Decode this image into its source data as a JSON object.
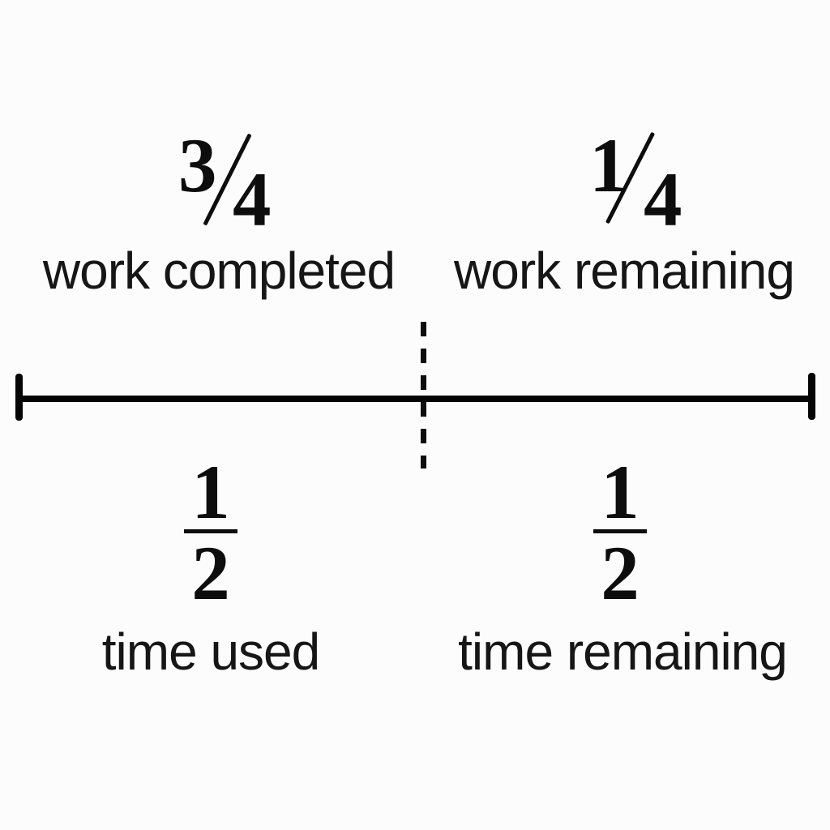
{
  "colors": {
    "background": "#fcfcfc",
    "ink": "#0d0d0d"
  },
  "diagram": {
    "work_completed": {
      "numerator": "3",
      "denominator": "4",
      "label": "work completed"
    },
    "work_remaining": {
      "numerator": "1",
      "denominator": "4",
      "label": "work remaining"
    },
    "time_used": {
      "numerator": "1",
      "denominator": "2",
      "label": "time used"
    },
    "time_remaining": {
      "numerator": "1",
      "denominator": "2",
      "label": "time remaining"
    }
  }
}
